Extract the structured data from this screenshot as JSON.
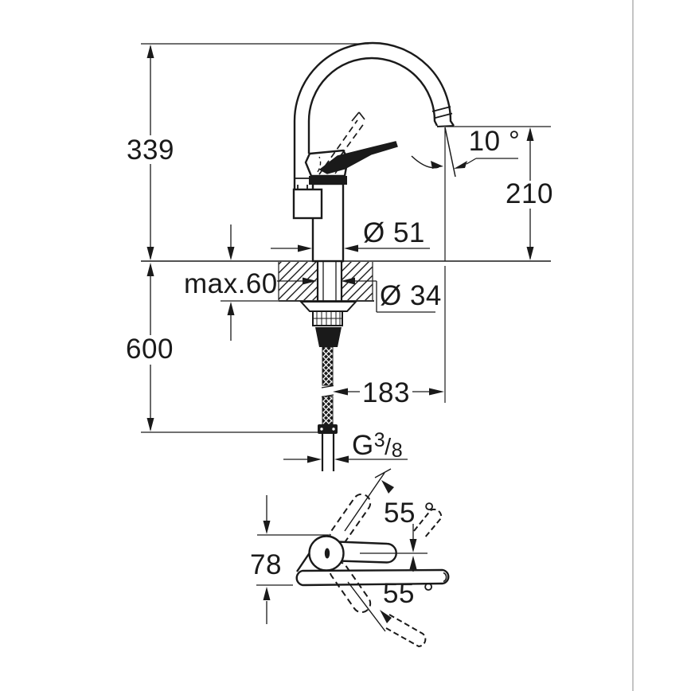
{
  "drawing": {
    "type": "technical dimensional drawing",
    "subject": "single-lever sink mixer tap, side elevation and plan view",
    "line_color": "#1a1a1a",
    "divider_color": "#b0b0b0",
    "background": "#ffffff"
  },
  "labels": {
    "height": "339",
    "spout_height": "210",
    "spout_angle": "10 °",
    "spout_dia": "Ø 51",
    "counter_thickness": "max.60",
    "hole_dia": "Ø 34",
    "hose_depth": "600",
    "reach": "183",
    "thread_prefix": "G",
    "thread_numerator": "3",
    "thread_slash": "/",
    "thread_denominator": "8",
    "plan_depth": "78",
    "swing_upper": "55 °",
    "swing_lower": "55 °"
  }
}
